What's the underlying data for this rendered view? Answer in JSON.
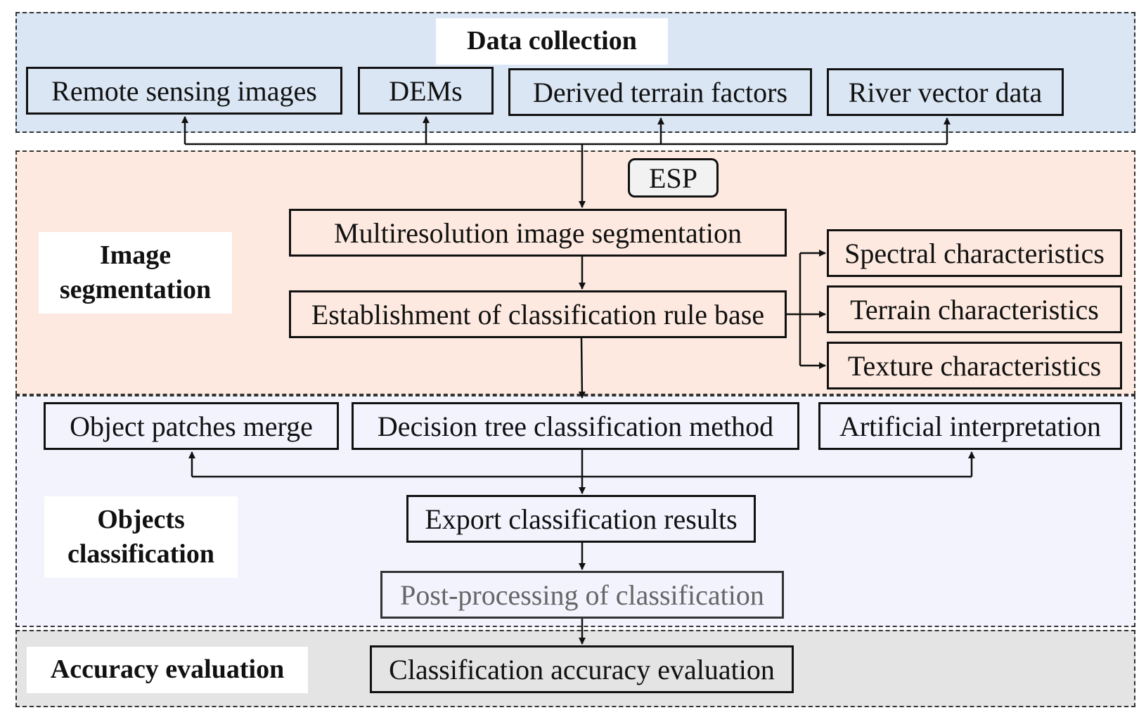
{
  "sections": {
    "data_collection": "Data collection",
    "image_segmentation": "Image\nsegmentation",
    "objects_classification": "Objects\nclassification",
    "accuracy_evaluation": "Accuracy evaluation"
  },
  "data_sources": {
    "remote_sensing": "Remote sensing images",
    "dems": "DEMs",
    "terrain_factors": "Derived terrain factors",
    "river_vector": "River vector data"
  },
  "segmentation": {
    "esp": "ESP",
    "multiresolution": "Multiresolution image segmentation",
    "rule_base": "Establishment of classification rule base",
    "spectral": "Spectral characteristics",
    "terrain": "Terrain characteristics",
    "texture": "Texture characteristics"
  },
  "classification": {
    "patches_merge": "Object patches merge",
    "decision_tree": "Decision tree classification method",
    "artificial": "Artificial interpretation",
    "export": "Export classification results",
    "post_processing": "Post-processing of classification"
  },
  "accuracy": {
    "evaluation": "Classification accuracy evaluation"
  }
}
